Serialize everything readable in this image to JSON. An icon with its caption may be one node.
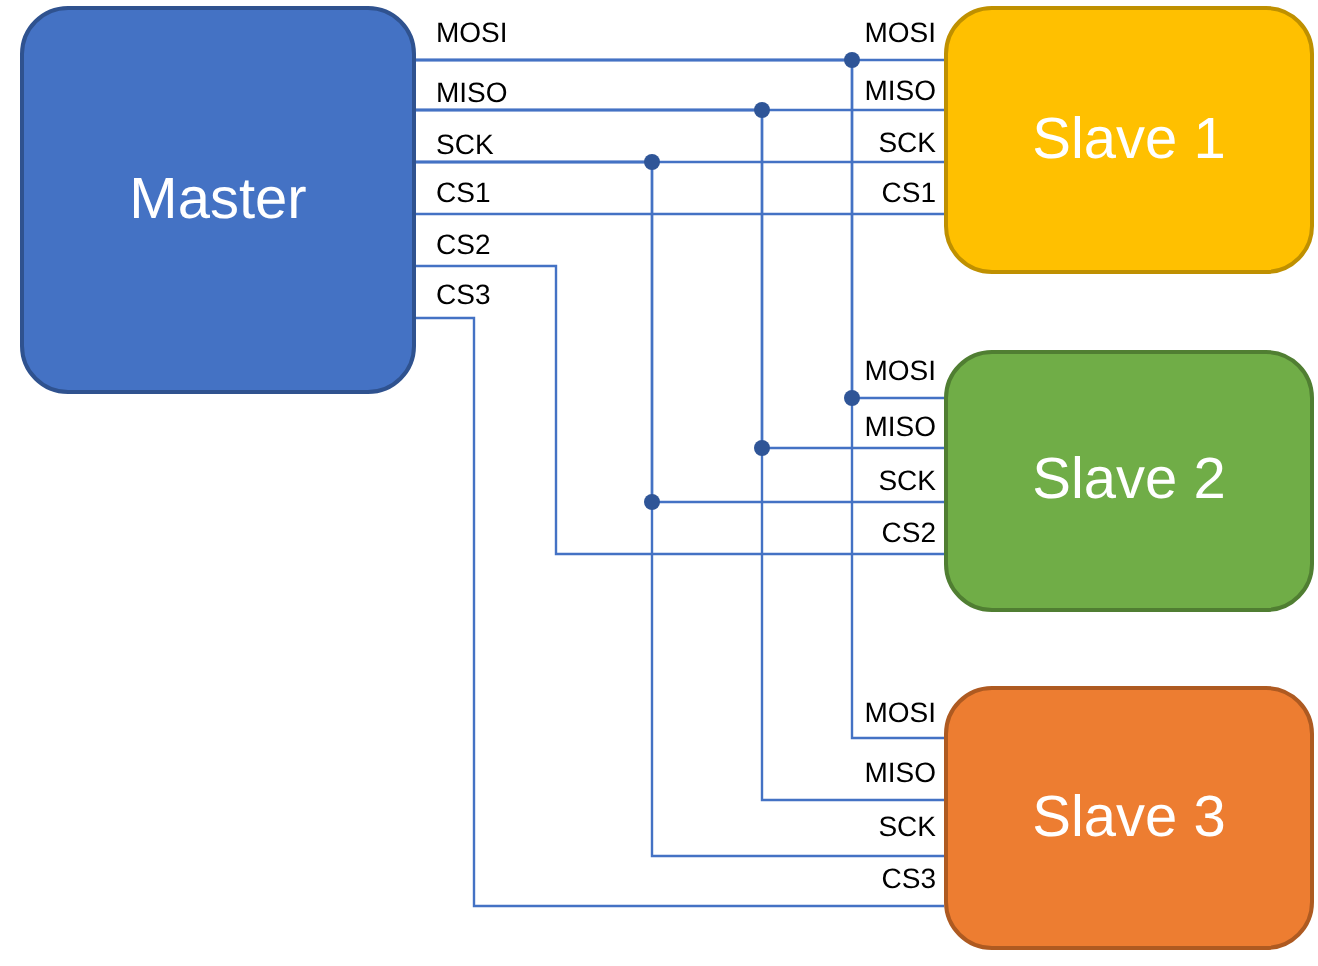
{
  "diagram": {
    "nodes": [
      {
        "text": [
          "Master"
        ]
      },
      {
        "text": [
          "Slave 1"
        ]
      },
      {
        "text": [
          "Slave 2"
        ]
      },
      {
        "text": [
          "Slave 3"
        ]
      }
    ],
    "edges": [
      {
        "from": 0,
        "to": 1,
        "arrow": "none"
      },
      {
        "from": 0,
        "to": 2,
        "arrow": "none"
      },
      {
        "from": 0,
        "to": 3,
        "arrow": "none"
      },
      {
        "from": 0,
        "to": 1,
        "arrow": "none"
      },
      {
        "from": 0,
        "to": 2,
        "arrow": "none"
      },
      {
        "from": 0,
        "to": 3,
        "arrow": "none"
      },
      {
        "from": 0,
        "to": 1,
        "arrow": "none"
      },
      {
        "from": 0,
        "to": 2,
        "arrow": "none"
      },
      {
        "from": 0,
        "to": 3,
        "arrow": "none"
      },
      {
        "from": 0,
        "to": 1,
        "arrow": "none"
      },
      {
        "from": 0,
        "to": 2,
        "arrow": "none"
      },
      {
        "from": 0,
        "to": 3,
        "arrow": "none"
      }
    ],
    "labels": [
      "MOSI",
      "MOSI",
      "MISO",
      "MISO",
      "SCK",
      "SCK",
      "CS1",
      "CS1",
      "CS2",
      "CS3",
      "MOSI",
      "MISO",
      "SCK",
      "CS2",
      "MOSI",
      "MISO",
      "SCK",
      "CS3"
    ]
  }
}
